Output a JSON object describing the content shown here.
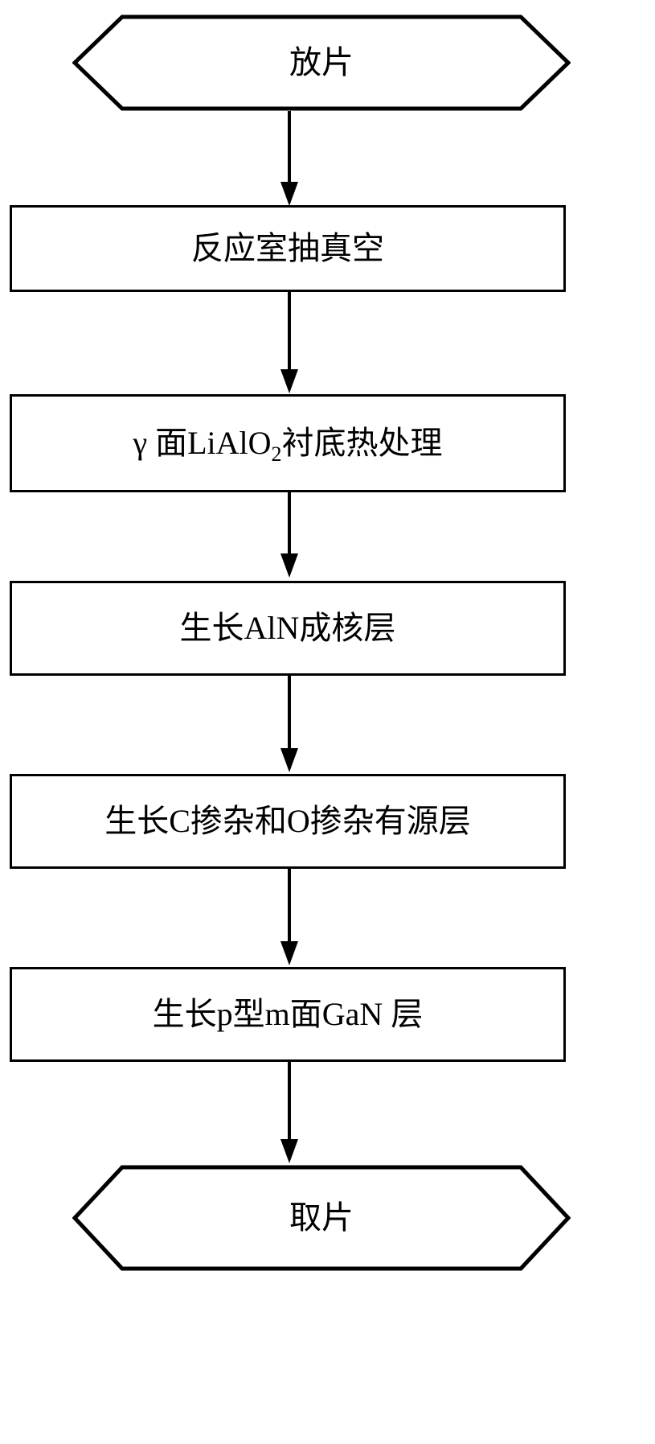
{
  "diagram": {
    "type": "flowchart",
    "orientation": "vertical",
    "title": "",
    "stroke_color": "#000000",
    "fill_color": "#ffffff",
    "nodes": [
      {
        "id": "start",
        "shape": "hexagon",
        "label": "放片"
      },
      {
        "id": "evacuate",
        "shape": "rectangle",
        "label": "反应室抽真空"
      },
      {
        "id": "heat-treat",
        "shape": "rectangle",
        "label_prefix": "γ 面LiAlO",
        "label_sub": "2",
        "label_suffix": "衬底热处理",
        "label": "γ 面LiAlO2衬底热处理"
      },
      {
        "id": "aln-nucleation",
        "shape": "rectangle",
        "label": "生长AlN成核层"
      },
      {
        "id": "active-layer",
        "shape": "rectangle",
        "label": "生长C掺杂和O掺杂有源层"
      },
      {
        "id": "p-gan",
        "shape": "rectangle",
        "label": "生长p型m面GaN 层"
      },
      {
        "id": "end",
        "shape": "hexagon",
        "label": "取片"
      }
    ],
    "connectors": [
      {
        "from": "start",
        "to": "evacuate",
        "arrow": "down"
      },
      {
        "from": "evacuate",
        "to": "heat-treat",
        "arrow": "down"
      },
      {
        "from": "heat-treat",
        "to": "aln-nucleation",
        "arrow": "down"
      },
      {
        "from": "aln-nucleation",
        "to": "active-layer",
        "arrow": "down"
      },
      {
        "from": "active-layer",
        "to": "p-gan",
        "arrow": "down"
      },
      {
        "from": "p-gan",
        "to": "end",
        "arrow": "down"
      }
    ]
  }
}
